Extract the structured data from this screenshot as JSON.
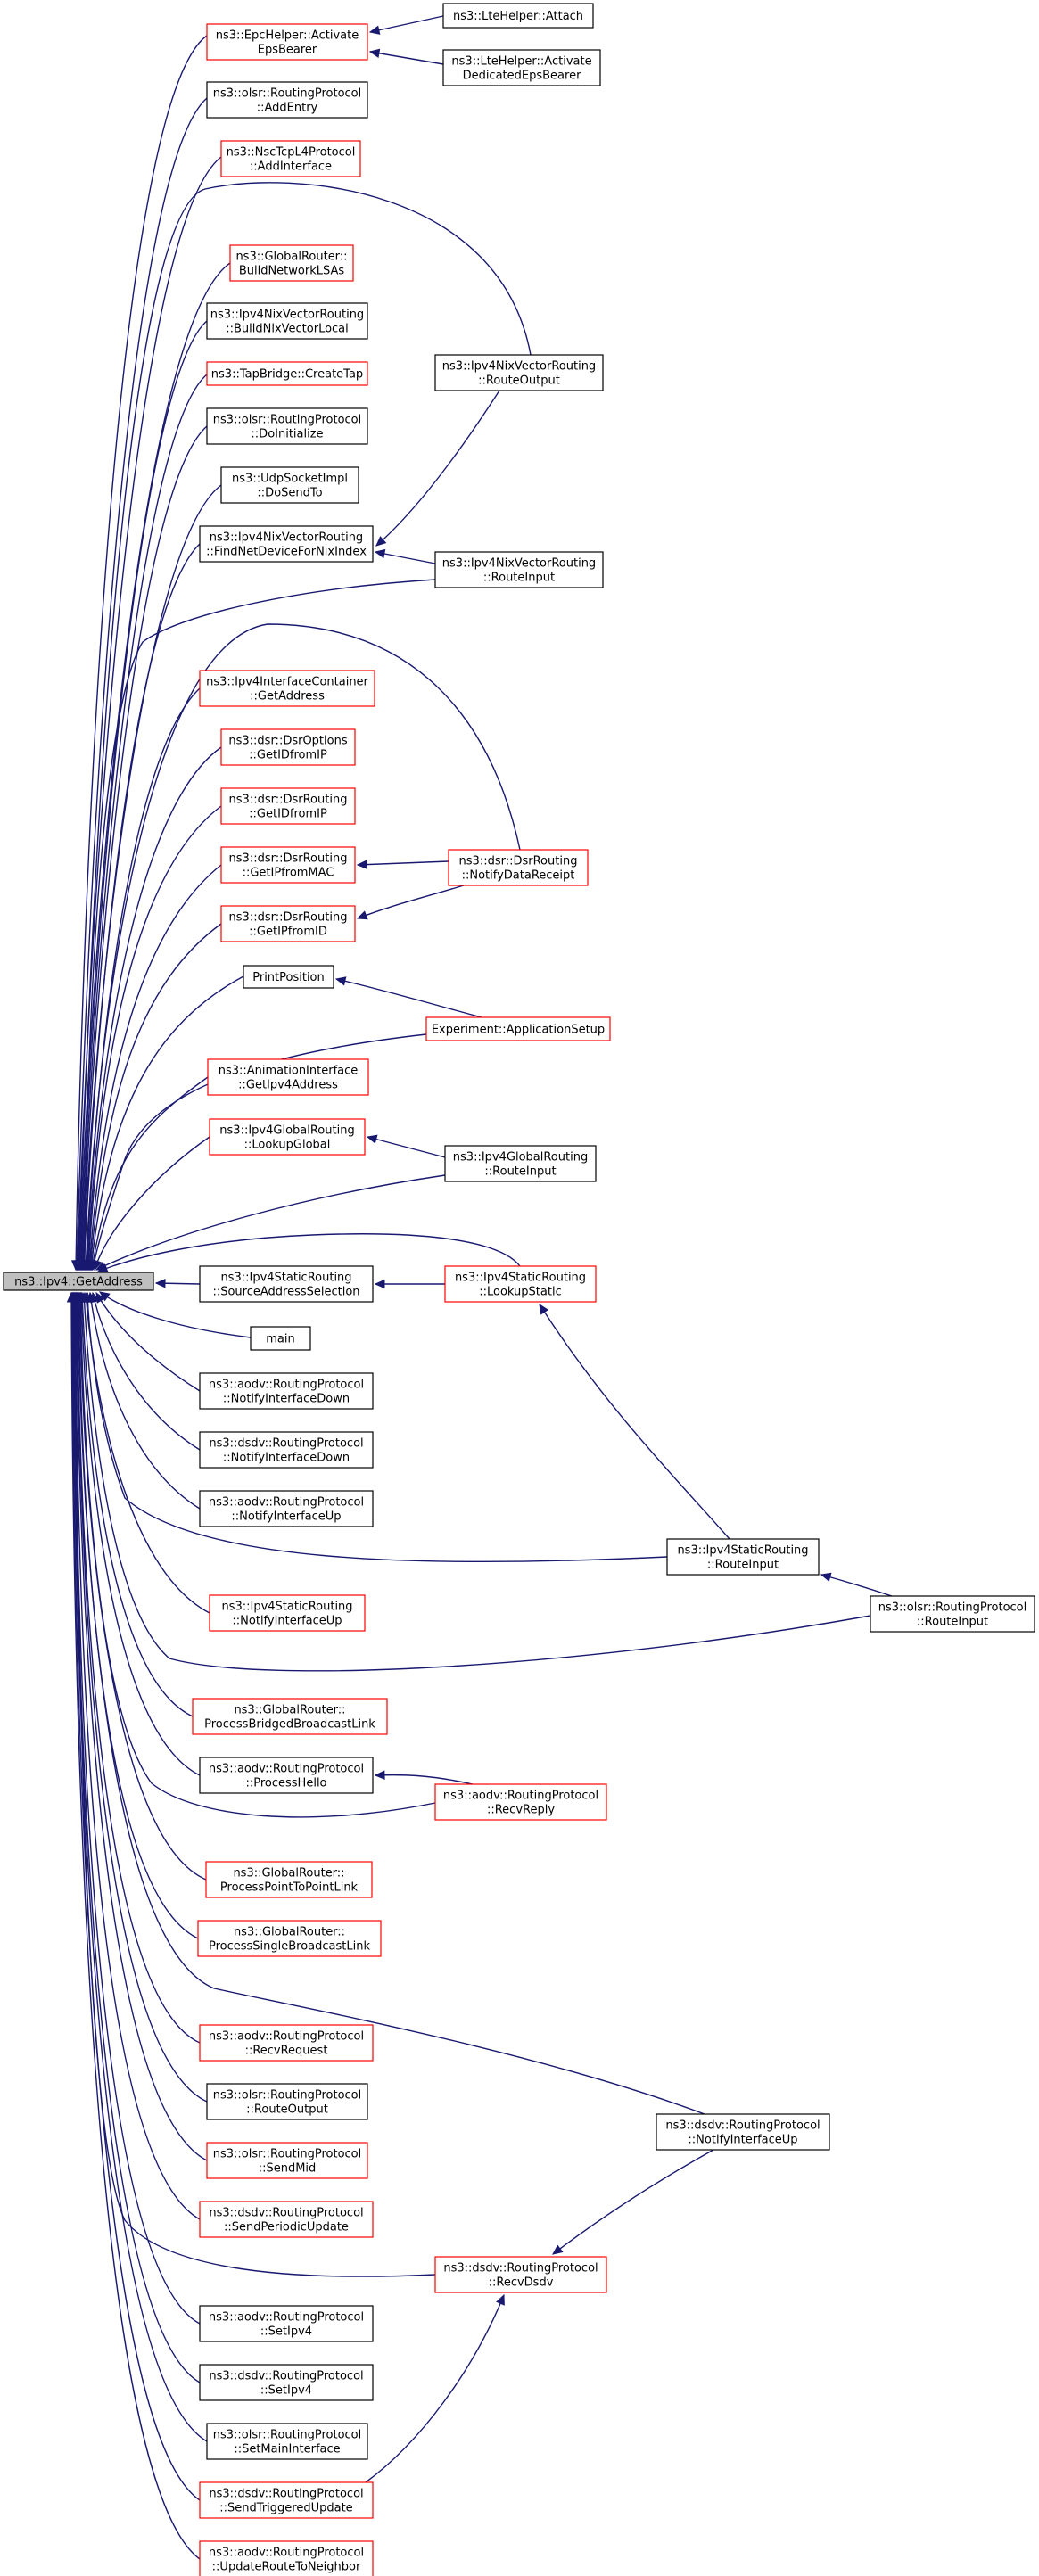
{
  "colors": {
    "edge": "#191970",
    "root_fill": "#bfbfbf",
    "node_fill": "#ffffff",
    "border_black": "#000000",
    "border_red": "#ff0000"
  },
  "nodes": [
    {
      "id": "root",
      "lines": [
        "ns3::Ipv4::GetAddress"
      ],
      "border": "black",
      "fill": "root"
    },
    {
      "id": "epc",
      "lines": [
        "ns3::EpcHelper::Activate",
        "EpsBearer"
      ],
      "border": "red"
    },
    {
      "id": "lteattach",
      "lines": [
        "ns3::LteHelper::Attach"
      ],
      "border": "black"
    },
    {
      "id": "lteded",
      "lines": [
        "ns3::LteHelper::Activate",
        "DedicatedEpsBearer"
      ],
      "border": "black"
    },
    {
      "id": "olsraddentry",
      "lines": [
        "ns3::olsr::RoutingProtocol",
        "::AddEntry"
      ],
      "border": "black"
    },
    {
      "id": "nsctcp",
      "lines": [
        "ns3::NscTcpL4Protocol",
        "::AddInterface"
      ],
      "border": "red"
    },
    {
      "id": "grbuild",
      "lines": [
        "ns3::GlobalRouter::",
        "BuildNetworkLSAs"
      ],
      "border": "red"
    },
    {
      "id": "nixlocal",
      "lines": [
        "ns3::Ipv4NixVectorRouting",
        "::BuildNixVectorLocal"
      ],
      "border": "black"
    },
    {
      "id": "tap",
      "lines": [
        "ns3::TapBridge::CreateTap"
      ],
      "border": "red"
    },
    {
      "id": "olsrinit",
      "lines": [
        "ns3::olsr::RoutingProtocol",
        "::DoInitialize"
      ],
      "border": "black"
    },
    {
      "id": "udp",
      "lines": [
        "ns3::UdpSocketImpl",
        "::DoSendTo"
      ],
      "border": "black"
    },
    {
      "id": "nixfind",
      "lines": [
        "ns3::Ipv4NixVectorRouting",
        "::FindNetDeviceForNixIndex"
      ],
      "border": "black"
    },
    {
      "id": "nixrouteout",
      "lines": [
        "ns3::Ipv4NixVectorRouting",
        "::RouteOutput"
      ],
      "border": "black"
    },
    {
      "id": "nixroutein",
      "lines": [
        "ns3::Ipv4NixVectorRouting",
        "::RouteInput"
      ],
      "border": "black"
    },
    {
      "id": "ifcont",
      "lines": [
        "ns3::Ipv4InterfaceContainer",
        "::GetAddress"
      ],
      "border": "red"
    },
    {
      "id": "dsropt",
      "lines": [
        "ns3::dsr::DsrOptions",
        "::GetIDfromIP"
      ],
      "border": "red"
    },
    {
      "id": "dsrrtid",
      "lines": [
        "ns3::dsr::DsrRouting",
        "::GetIDfromIP"
      ],
      "border": "red"
    },
    {
      "id": "dsrmac",
      "lines": [
        "ns3::dsr::DsrRouting",
        "::GetIPfromMAC"
      ],
      "border": "red"
    },
    {
      "id": "dsrnotify",
      "lines": [
        "ns3::dsr::DsrRouting",
        "::NotifyDataReceipt"
      ],
      "border": "red"
    },
    {
      "id": "dsrip",
      "lines": [
        "ns3::dsr::DsrRouting",
        "::GetIPfromID"
      ],
      "border": "red"
    },
    {
      "id": "printpos",
      "lines": [
        "PrintPosition"
      ],
      "border": "black"
    },
    {
      "id": "expsetup",
      "lines": [
        "Experiment::ApplicationSetup"
      ],
      "border": "red"
    },
    {
      "id": "anim",
      "lines": [
        "ns3::AnimationInterface",
        "::GetIpv4Address"
      ],
      "border": "red"
    },
    {
      "id": "glookup",
      "lines": [
        "ns3::Ipv4GlobalRouting",
        "::LookupGlobal"
      ],
      "border": "red"
    },
    {
      "id": "groutein",
      "lines": [
        "ns3::Ipv4GlobalRouting",
        "::RouteInput"
      ],
      "border": "black"
    },
    {
      "id": "srcsel",
      "lines": [
        "ns3::Ipv4StaticRouting",
        "::SourceAddressSelection"
      ],
      "border": "black"
    },
    {
      "id": "slookup",
      "lines": [
        "ns3::Ipv4StaticRouting",
        "::LookupStatic"
      ],
      "border": "red"
    },
    {
      "id": "main",
      "lines": [
        "main"
      ],
      "border": "black"
    },
    {
      "id": "aodvifdown",
      "lines": [
        "ns3::aodv::RoutingProtocol",
        "::NotifyInterfaceDown"
      ],
      "border": "black"
    },
    {
      "id": "dsdvifdown",
      "lines": [
        "ns3::dsdv::RoutingProtocol",
        "::NotifyInterfaceDown"
      ],
      "border": "black"
    },
    {
      "id": "aodvifup",
      "lines": [
        "ns3::aodv::RoutingProtocol",
        "::NotifyInterfaceUp"
      ],
      "border": "black"
    },
    {
      "id": "sroutein",
      "lines": [
        "ns3::Ipv4StaticRouting",
        "::RouteInput"
      ],
      "border": "black"
    },
    {
      "id": "sifup",
      "lines": [
        "ns3::Ipv4StaticRouting",
        "::NotifyInterfaceUp"
      ],
      "border": "red"
    },
    {
      "id": "olsrroutein",
      "lines": [
        "ns3::olsr::RoutingProtocol",
        "::RouteInput"
      ],
      "border": "black"
    },
    {
      "id": "grbcast",
      "lines": [
        "ns3::GlobalRouter::",
        "ProcessBridgedBroadcastLink"
      ],
      "border": "red"
    },
    {
      "id": "aodvhello",
      "lines": [
        "ns3::aodv::RoutingProtocol",
        "::ProcessHello"
      ],
      "border": "black"
    },
    {
      "id": "aodvreply",
      "lines": [
        "ns3::aodv::RoutingProtocol",
        "::RecvReply"
      ],
      "border": "red"
    },
    {
      "id": "grp2p",
      "lines": [
        "ns3::GlobalRouter::",
        "ProcessPointToPointLink"
      ],
      "border": "red"
    },
    {
      "id": "grsingle",
      "lines": [
        "ns3::GlobalRouter::",
        "ProcessSingleBroadcastLink"
      ],
      "border": "red"
    },
    {
      "id": "aodvreq",
      "lines": [
        "ns3::aodv::RoutingProtocol",
        "::RecvRequest"
      ],
      "border": "red"
    },
    {
      "id": "olsrrouteout",
      "lines": [
        "ns3::olsr::RoutingProtocol",
        "::RouteOutput"
      ],
      "border": "black"
    },
    {
      "id": "dsdvifup",
      "lines": [
        "ns3::dsdv::RoutingProtocol",
        "::NotifyInterfaceUp"
      ],
      "border": "black"
    },
    {
      "id": "olsrmid",
      "lines": [
        "ns3::olsr::RoutingProtocol",
        "::SendMid"
      ],
      "border": "red"
    },
    {
      "id": "dsdvperiodic",
      "lines": [
        "ns3::dsdv::RoutingProtocol",
        "::SendPeriodicUpdate"
      ],
      "border": "red"
    },
    {
      "id": "dsdvrecv",
      "lines": [
        "ns3::dsdv::RoutingProtocol",
        "::RecvDsdv"
      ],
      "border": "red"
    },
    {
      "id": "aodvsetipv4",
      "lines": [
        "ns3::aodv::RoutingProtocol",
        "::SetIpv4"
      ],
      "border": "black"
    },
    {
      "id": "dsdvsetipv4",
      "lines": [
        "ns3::dsdv::RoutingProtocol",
        "::SetIpv4"
      ],
      "border": "black"
    },
    {
      "id": "olsrsetmain",
      "lines": [
        "ns3::olsr::RoutingProtocol",
        "::SetMainInterface"
      ],
      "border": "black"
    },
    {
      "id": "dsdvtrig",
      "lines": [
        "ns3::dsdv::RoutingProtocol",
        "::SendTriggeredUpdate"
      ],
      "border": "red"
    },
    {
      "id": "aodvupdnb",
      "lines": [
        "ns3::aodv::RoutingProtocol",
        "::UpdateRouteToNeighbor"
      ],
      "border": "red"
    }
  ]
}
